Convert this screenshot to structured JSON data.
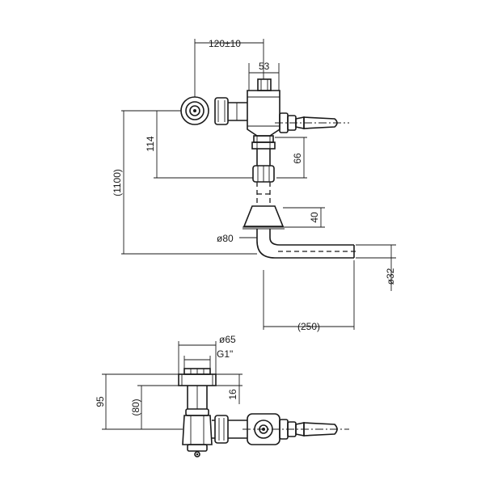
{
  "dimensions": {
    "d_120": "120±10",
    "d_53": "53",
    "d_1100": "(1100)",
    "d_114": "114",
    "d_66": "66",
    "d_40": "40",
    "d_phi80": "ø80",
    "d_phi32": "ø32",
    "d_250": "(250)",
    "d_phi65": "ø65",
    "d_g1": "G1\"",
    "d_95": "95",
    "d_80": "(80)",
    "d_16": "16"
  }
}
